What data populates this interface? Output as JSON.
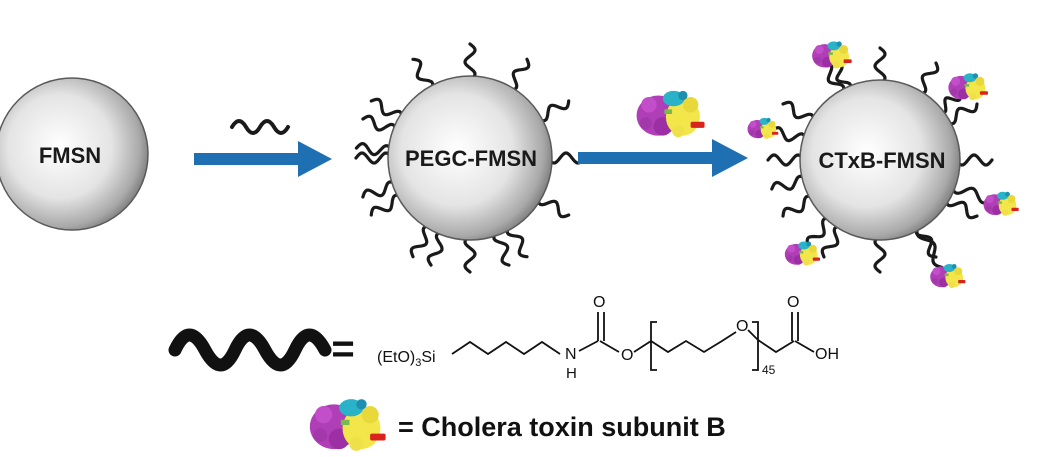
{
  "particles": {
    "fmsn": "FMSN",
    "pegc": "PEGC-FMSN",
    "ctxb": "CTxB-FMSN"
  },
  "formula": {
    "eto": "(EtO)",
    "eto_sub": "3",
    "si": "Si",
    "n": "N",
    "h": "H",
    "o_carbonyl": "O",
    "o_ester": "O",
    "o_ether": "O",
    "o_acid": "O",
    "oh": "OH",
    "repeat": "45"
  },
  "legend": {
    "equals": "=",
    "protein": "= Cholera toxin subunit B"
  },
  "colors": {
    "arrow": "#1f6fb3",
    "protein_main": "#b03fb7",
    "protein_secondary": "#f2e64a",
    "protein_cyan": "#2ab3c8",
    "protein_red": "#d9231d"
  }
}
